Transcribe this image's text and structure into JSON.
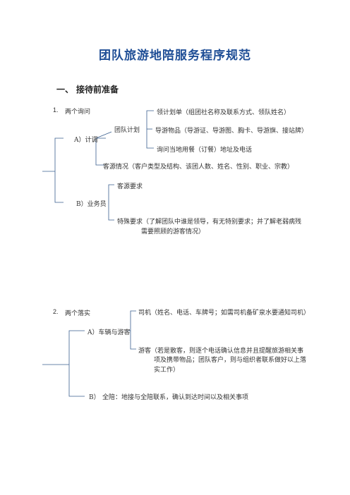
{
  "title": "团队旅游地陪服务程序规范",
  "section1": {
    "number": "一、",
    "label": "接待前准备"
  },
  "item1": {
    "number": "1.",
    "label": "两个询问",
    "a": {
      "label": "A）计调",
      "team_plan": "团队计划",
      "plan_items": [
        "领计划单（组团社名称及联系方式、领队姓名）",
        "导游物品（导游证、导游图、胸卡、导游旗、接站牌）",
        "询问当地用餐（订餐）地址及电话"
      ],
      "source": "客源情况（客户类型及结构、该团人数、姓名、性别、职业、宗教）"
    },
    "b": {
      "label": "B）业务员",
      "req": "客源要求",
      "special_line1": "特殊要求（了解团队中谁是领导，有无特别要求；并了解老弱病残",
      "special_line2": "需要照顾的游客情况）"
    }
  },
  "item2": {
    "number": "2.",
    "label": "两个落实",
    "a": {
      "label": "A）车辆与游客",
      "driver": "司机（姓名、电话、车牌号；如需司机备矿泉水要通知司机）",
      "guest_line1": "游客（若是散客，则逐个电话确认信息并且提醒旅游相关事",
      "guest_line2": "项及携带物品；团队客户，则与组织者联系做好以上落",
      "guest_line3": "实工作）"
    },
    "b": {
      "label": "B）",
      "text": "全陪：地接与全陪联系，确认到达时间以及相关事项"
    }
  }
}
